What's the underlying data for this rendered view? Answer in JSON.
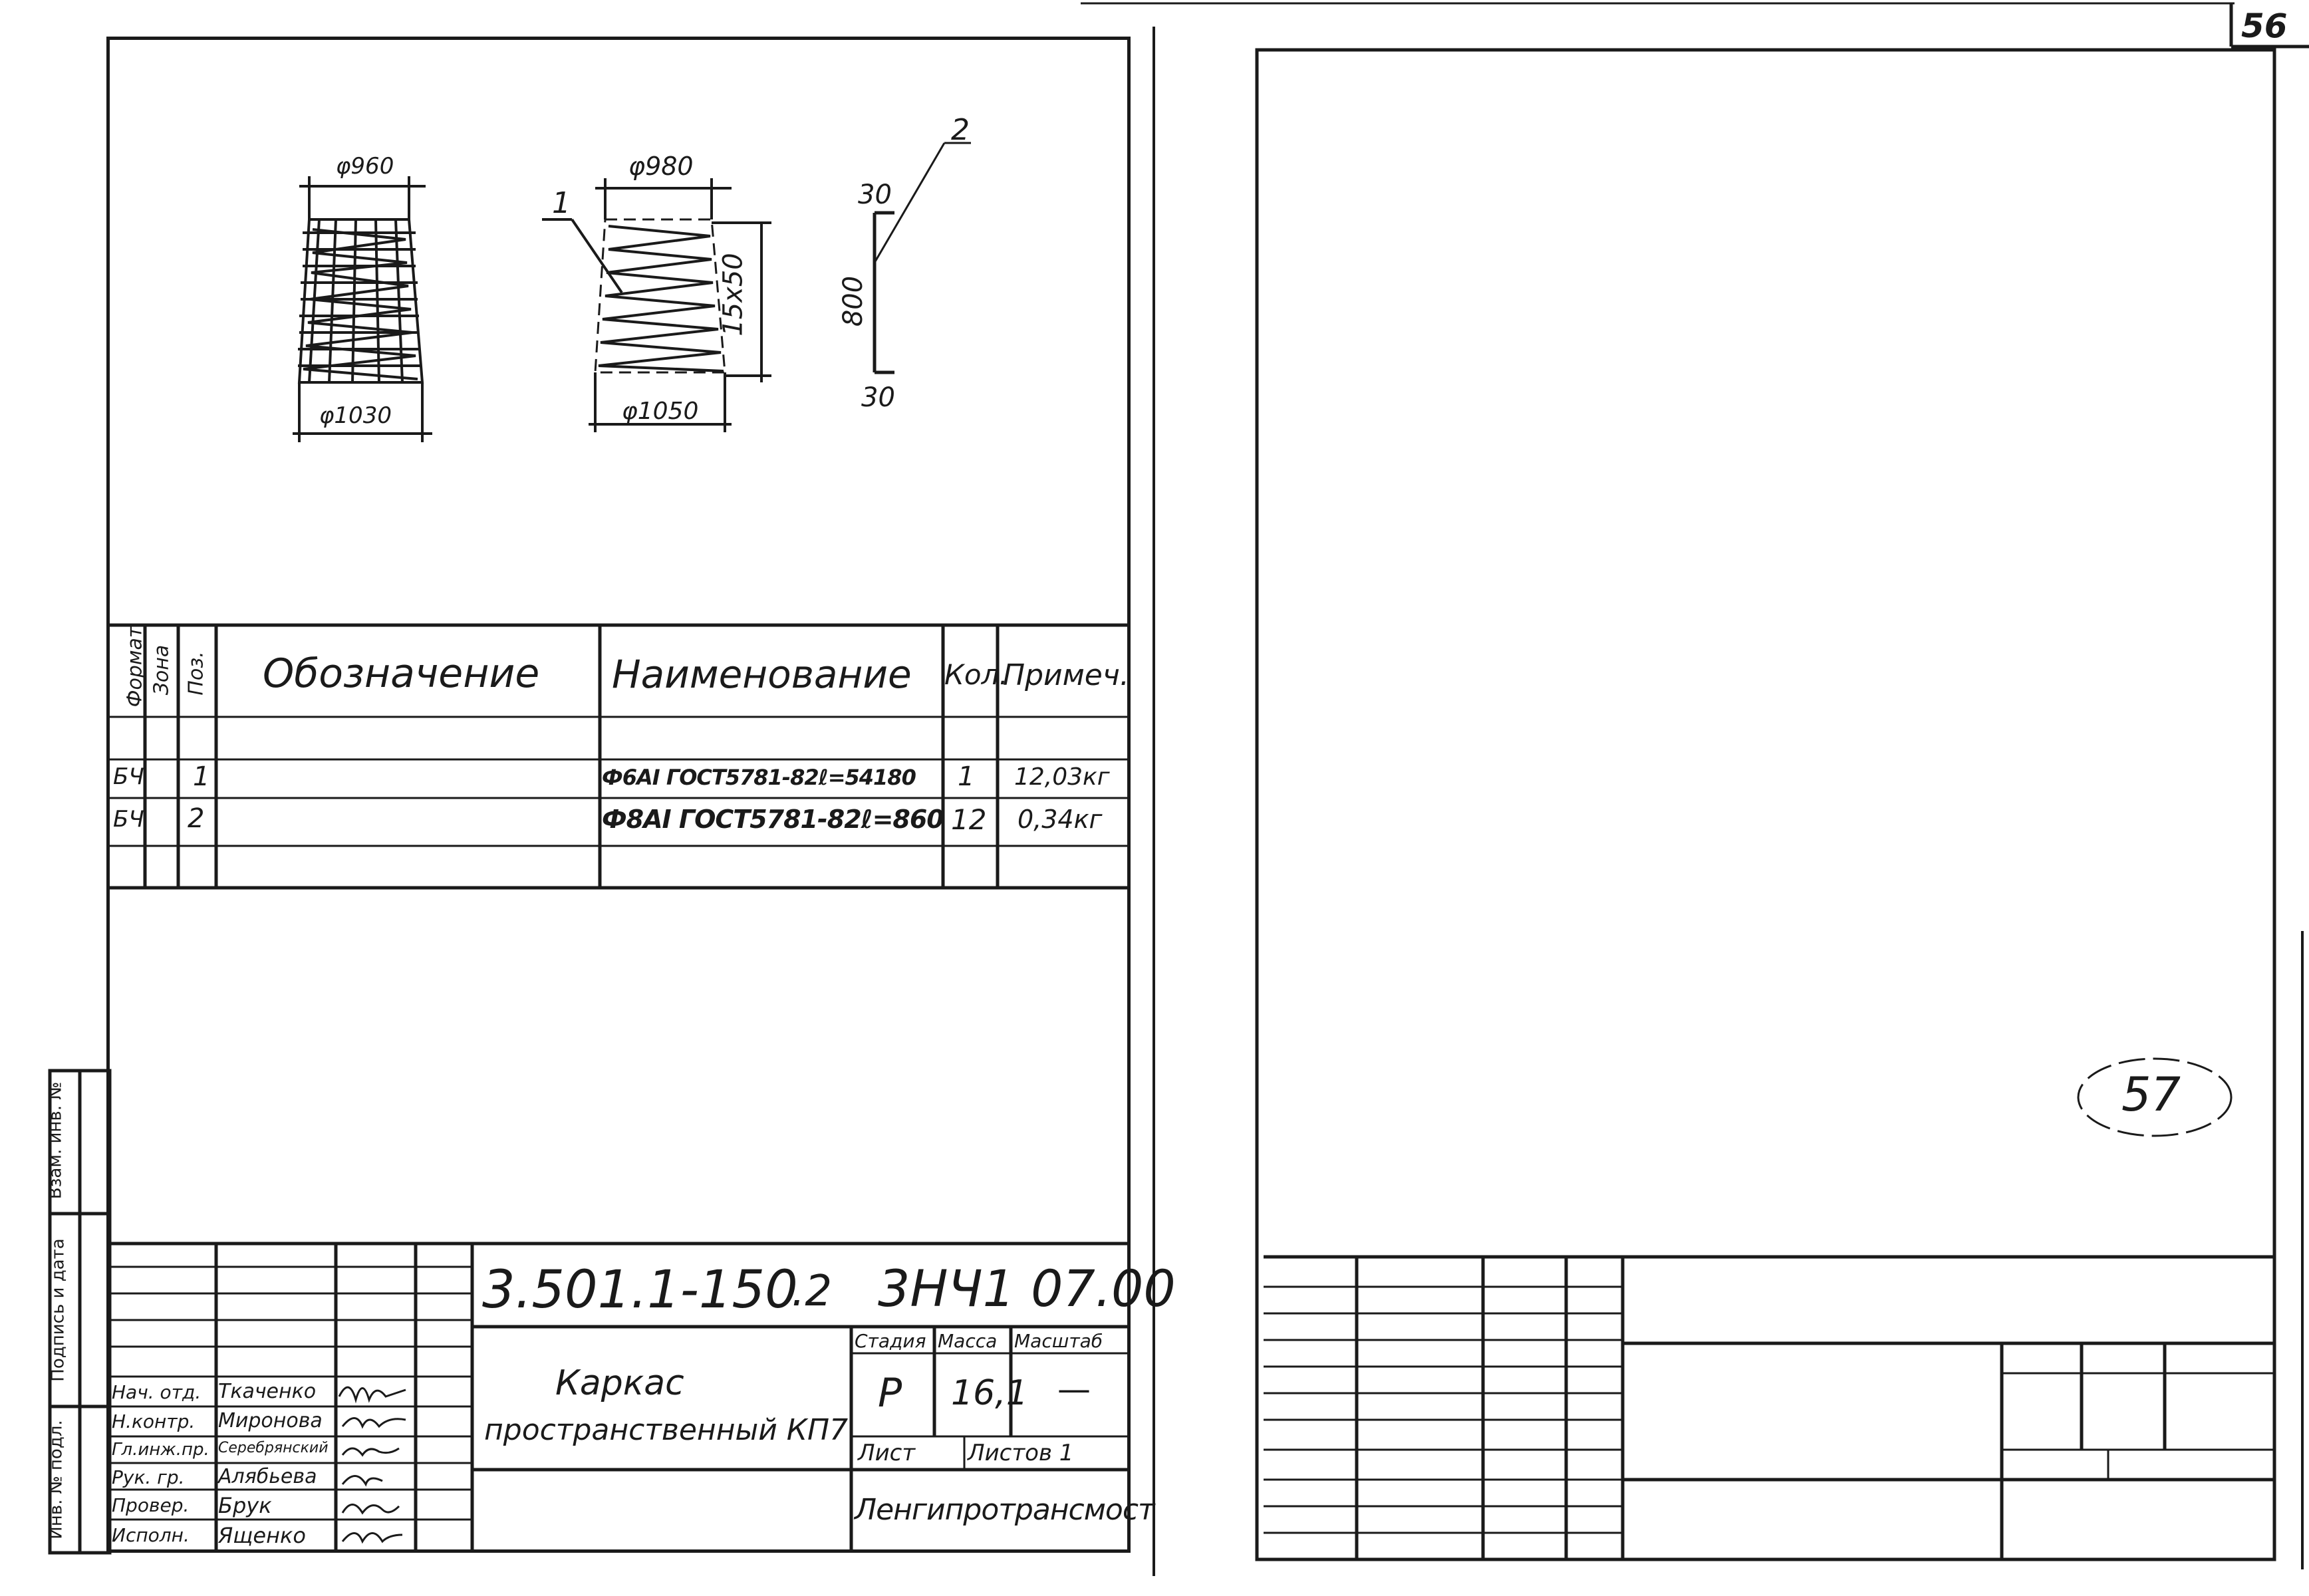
{
  "sheet_number": "56",
  "stamp_number": "57",
  "drawing": {
    "left_top_dim": "φ960",
    "left_bottom_dim": "φ1030",
    "mid_top_dim": "φ980",
    "mid_bottom_dim": "φ1050",
    "mid_pitch_dim": "15x50",
    "mid_callout": "1",
    "bar_callout": "2",
    "bar_top_dim": "30",
    "bar_length_dim": "800",
    "bar_bottom_dim": "30"
  },
  "spec": {
    "headers": {
      "format": "Формат",
      "zone": "Зона",
      "pos": "Поз.",
      "designation": "Обозначение",
      "name": "Наименование",
      "qty": "Кол.",
      "note": "Примеч."
    },
    "rows": [
      {
        "format": "БЧ",
        "pos": "1",
        "name": "Ф6АI ГОСТ5781-82ℓ=54180",
        "qty": "1",
        "note": "12,03кг"
      },
      {
        "format": "БЧ",
        "pos": "2",
        "name": "Ф8АI ГОСТ5781-82ℓ=860",
        "qty": "12",
        "note": "0,34кг"
      }
    ]
  },
  "side_stamp": {
    "inv_replace": "Взам. инв. №",
    "sign_date": "Подпись и дата",
    "inv_original": "Инв. № подл."
  },
  "title_block": {
    "code": "3.501.1-150",
    "issue": ".2",
    "mark": "3НЧ1 07.00",
    "title_line1": "Каркас",
    "title_line2": "пространственный КП7",
    "stage_label": "Стадия",
    "mass_label": "Масса",
    "scale_label": "Масштаб",
    "stage": "Р",
    "mass": "16,1",
    "scale": "—",
    "sheet_label": "Лист",
    "sheets_label": "Листов 1",
    "org": "Ленгипротрансмост",
    "people": [
      {
        "role": "Нач. отд.",
        "name": "Ткаченко"
      },
      {
        "role": "Н.контр.",
        "name": "Миронова"
      },
      {
        "role": "Гл.инж.пр.",
        "name": "Серебрянский"
      },
      {
        "role": "Рук. гр.",
        "name": "Алябьева"
      },
      {
        "role": "Провер.",
        "name": "Брук"
      },
      {
        "role": "Исполн.",
        "name": "Ященко"
      }
    ]
  }
}
